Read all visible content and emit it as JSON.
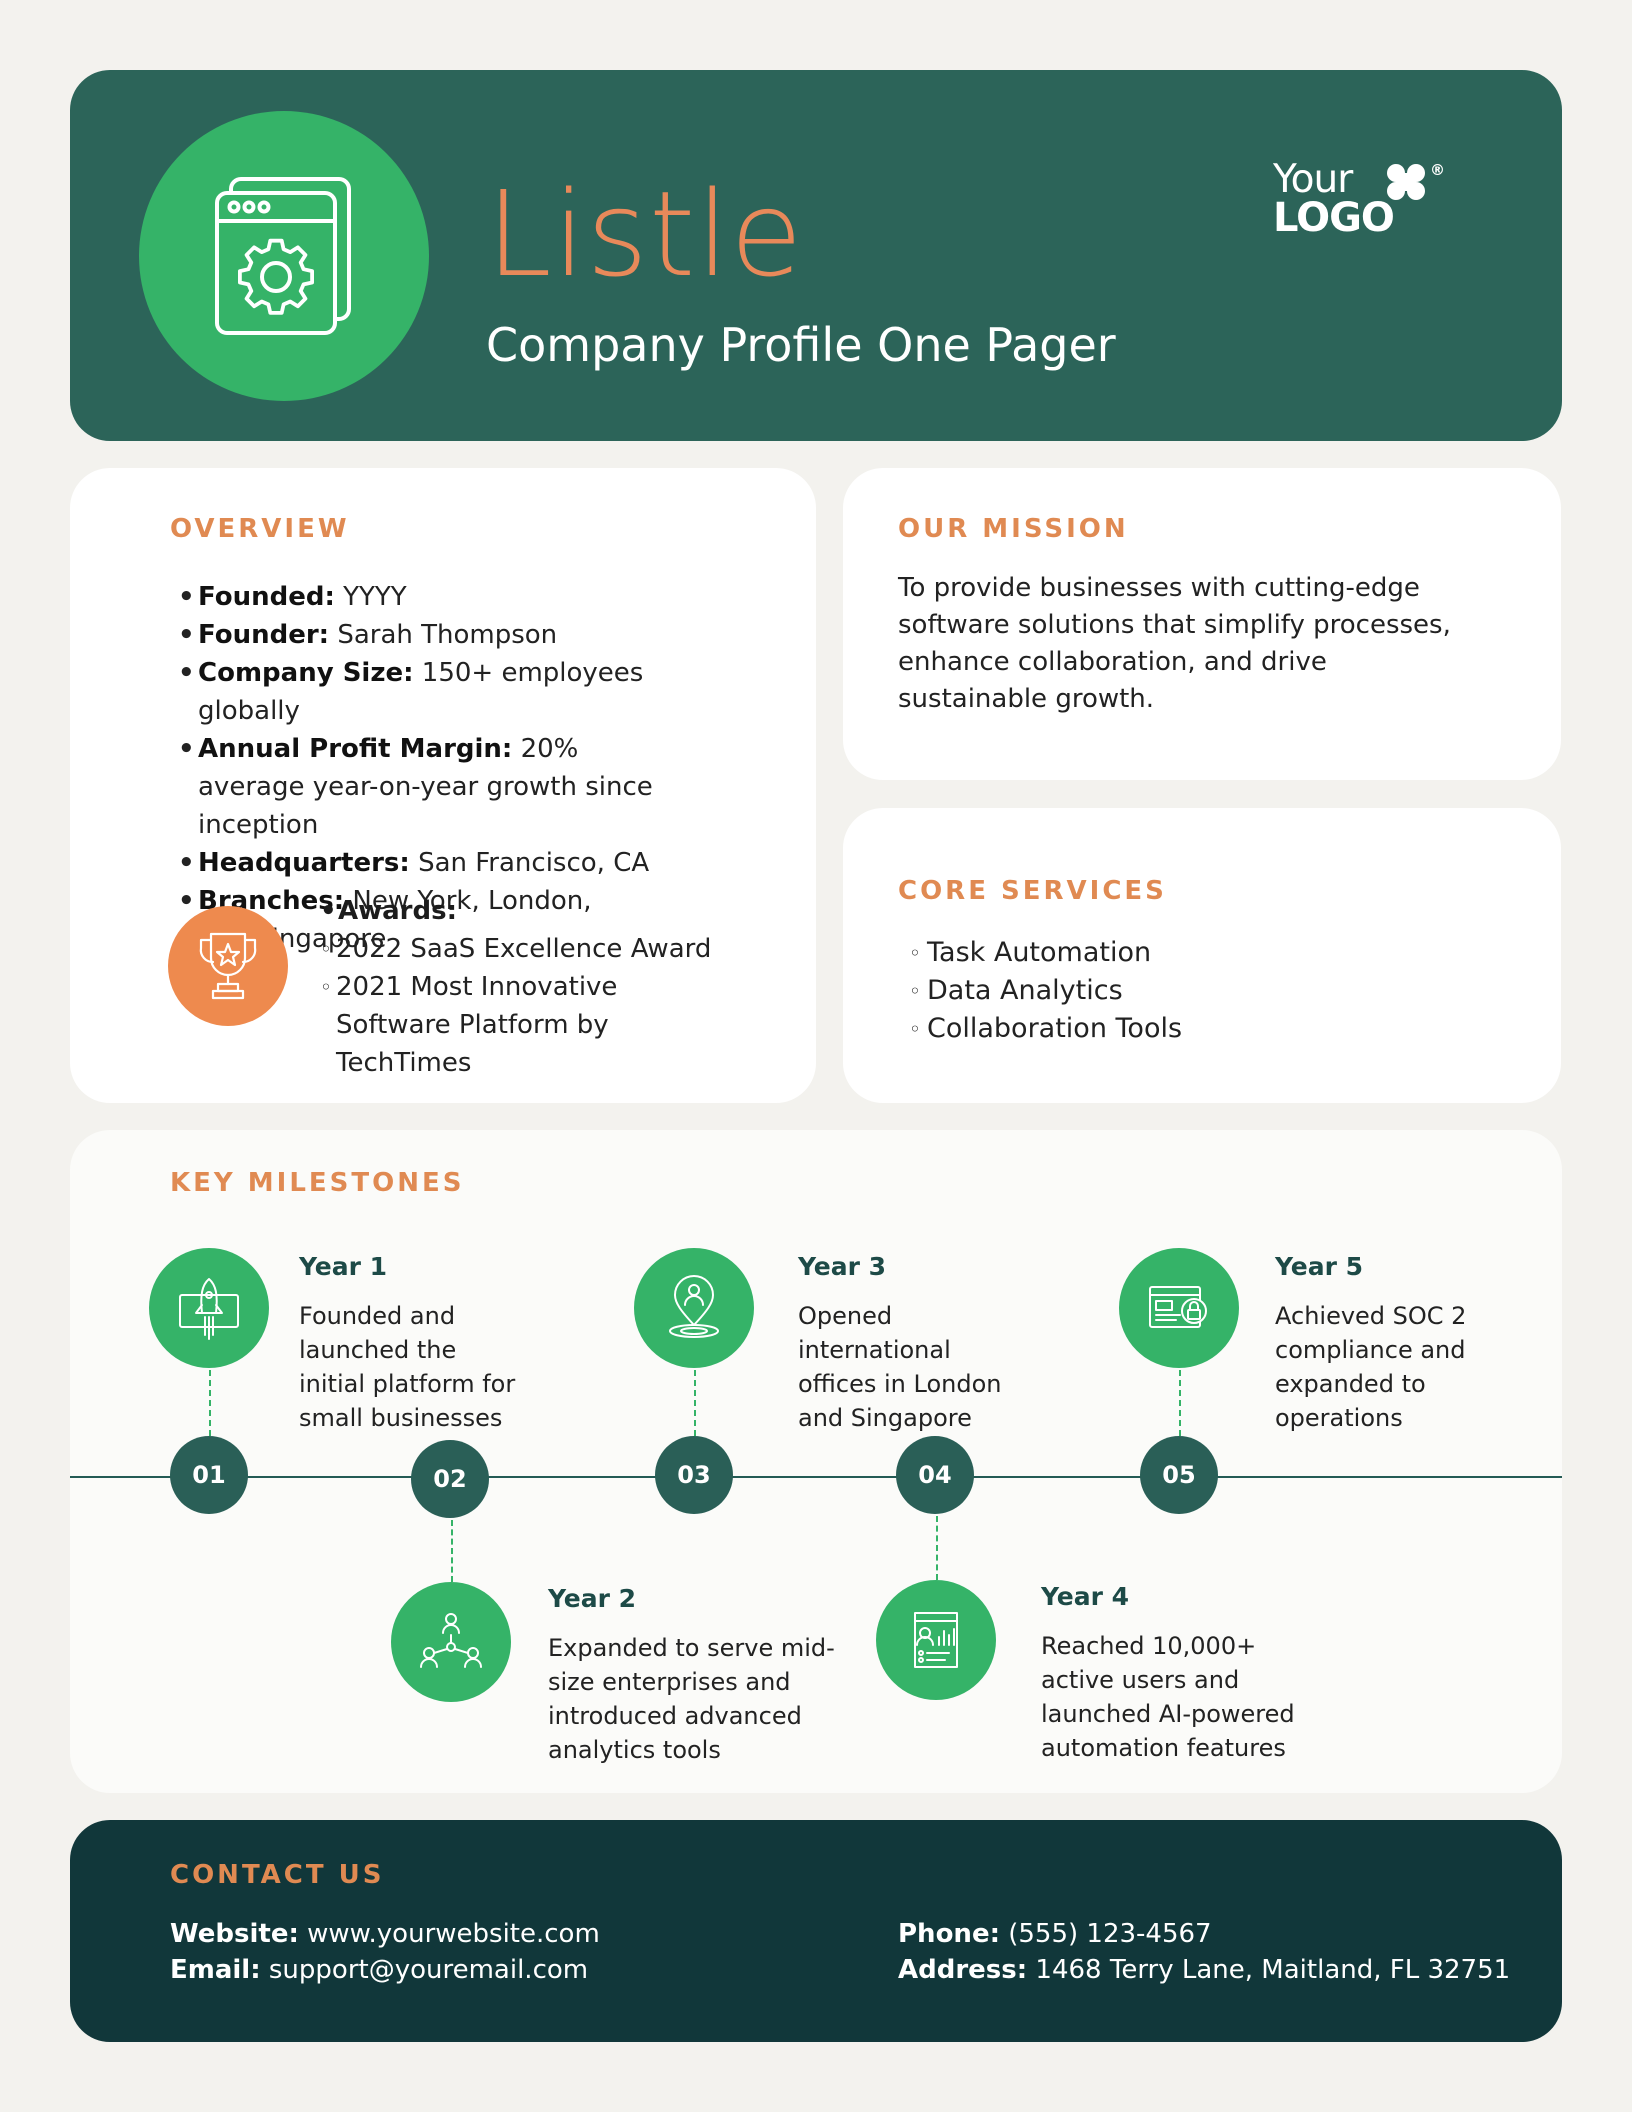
{
  "header": {
    "title": "Listle",
    "subtitle": "Company Profile One Pager",
    "logo_your": "Your",
    "logo_text": "LOGO",
    "logo_mark": "®"
  },
  "overview": {
    "heading": "OVERVIEW",
    "items": [
      {
        "label": "Founded:",
        "value": "YYYY"
      },
      {
        "label": "Founder:",
        "value": "Sarah Thompson"
      },
      {
        "label": "Company Size:",
        "value": "150+ employees globally"
      },
      {
        "label": "Annual Profit Margin:",
        "value": "20% average year-on-year growth since inception"
      },
      {
        "label": "Headquarters:",
        "value": "San Francisco, CA"
      },
      {
        "label": "Branches:",
        "value": "New York, London, and Singapore"
      }
    ],
    "awards_label": "Awards:",
    "awards": [
      "2022 SaaS Excellence Award",
      "2021 Most Innovative Software Platform by TechTimes"
    ]
  },
  "mission": {
    "heading": "OUR MISSION",
    "text": "To provide businesses with cutting-edge software solutions that simplify processes, enhance collaboration, and drive sustainable growth."
  },
  "services": {
    "heading": "CORE SERVICES",
    "items": [
      "Task Automation",
      "Data Analytics",
      "Collaboration Tools"
    ]
  },
  "milestones": {
    "heading": "KEY MILESTONES",
    "items": [
      {
        "num": "01",
        "year": "Year 1",
        "desc": "Founded and launched the initial platform for small businesses",
        "icon": "rocket-monitor-icon"
      },
      {
        "num": "02",
        "year": "Year 2",
        "desc": "Expanded to serve mid-size enterprises and introduced advanced analytics tools",
        "icon": "network-people-icon"
      },
      {
        "num": "03",
        "year": "Year 3",
        "desc": "Opened international offices in London and Singapore",
        "icon": "location-pin-icon"
      },
      {
        "num": "04",
        "year": "Year 4",
        "desc": "Reached 10,000+ active users and launched AI-powered automation features",
        "icon": "report-document-icon"
      },
      {
        "num": "05",
        "year": "Year 5",
        "desc": "Achieved SOC 2 compliance and expanded to operations",
        "icon": "secure-payment-icon"
      }
    ]
  },
  "contact": {
    "heading": "CONTACT US",
    "website_label": "Website:",
    "website": "www.yourwebsite.com",
    "email_label": "Email:",
    "email": "support@youremail.com",
    "phone_label": "Phone:",
    "phone": "(555) 123-4567",
    "address_label": "Address:",
    "address": "1468 Terry Lane, Maitland, FL 32751"
  },
  "colors": {
    "header_bg": "#2c6459",
    "accent_green": "#35b368",
    "accent_orange": "#e08a52",
    "dark_teal": "#11373a"
  }
}
